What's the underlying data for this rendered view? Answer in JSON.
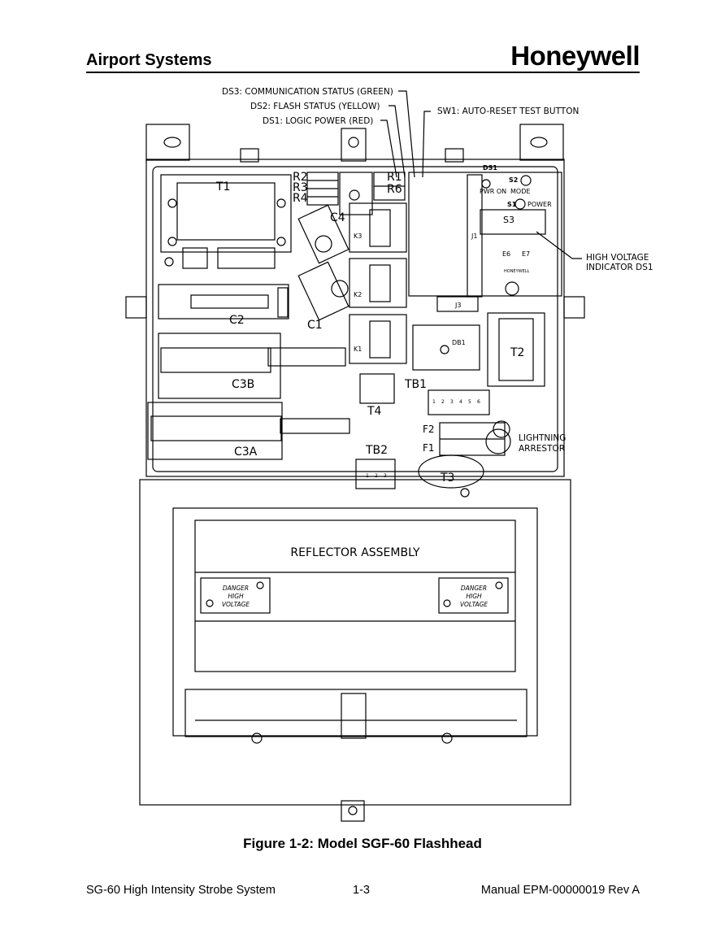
{
  "header": {
    "section_title": "Airport Systems",
    "brand": "Honeywell"
  },
  "callouts": {
    "ds3": "DS3: COMMUNICATION STATUS (GREEN)",
    "ds2": "DS2: FLASH STATUS (YELLOW)",
    "ds1": "DS1: LOGIC POWER (RED)",
    "sw1": "SW1: AUTO-RESET TEST BUTTON",
    "hv_line1": "HIGH VOLTAGE",
    "hv_line2": "INDICATOR DS1",
    "lightning_line1": "LIGHTNING",
    "lightning_line2": "ARRESTOR"
  },
  "components": {
    "t1": "T1",
    "t2": "T2",
    "t3": "T3",
    "t4": "T4",
    "r2": "R2",
    "r3": "R3",
    "r4": "R4",
    "r1": "R1",
    "r6": "R6",
    "c1": "C1",
    "c2": "C2",
    "c3a": "C3A",
    "c3b": "C3B",
    "c4": "C4",
    "k1": "K1",
    "k2": "K2",
    "k3": "K3",
    "tb1": "TB1",
    "tb2": "TB2",
    "f1": "F1",
    "f2": "F2",
    "db1": "DB1",
    "j1": "J1",
    "j3": "J3",
    "s3": "S3",
    "e6": "E6",
    "e7": "E7"
  },
  "board": {
    "ds1": "DS1",
    "s2": "S2",
    "s1": "S1",
    "pwr_on": "PWR  ON",
    "mode": "MODE",
    "power": "POWER",
    "brand_small": "HONEYWELL",
    "tb1_terms": [
      "1",
      "2",
      "3",
      "4",
      "5",
      "6"
    ],
    "tb2_terms": [
      "1",
      "2",
      "3"
    ]
  },
  "reflector": {
    "title": "REFLECTOR ASSEMBLY",
    "warning_line1": "DANGER",
    "warning_line2": "HIGH",
    "warning_line3": "VOLTAGE"
  },
  "caption": "Figure 1-2: Model SGF-60 Flashhead",
  "footer": {
    "left": "SG-60 High Intensity Strobe System",
    "center": "1-3",
    "right": "Manual EPM-00000019 Rev A"
  }
}
